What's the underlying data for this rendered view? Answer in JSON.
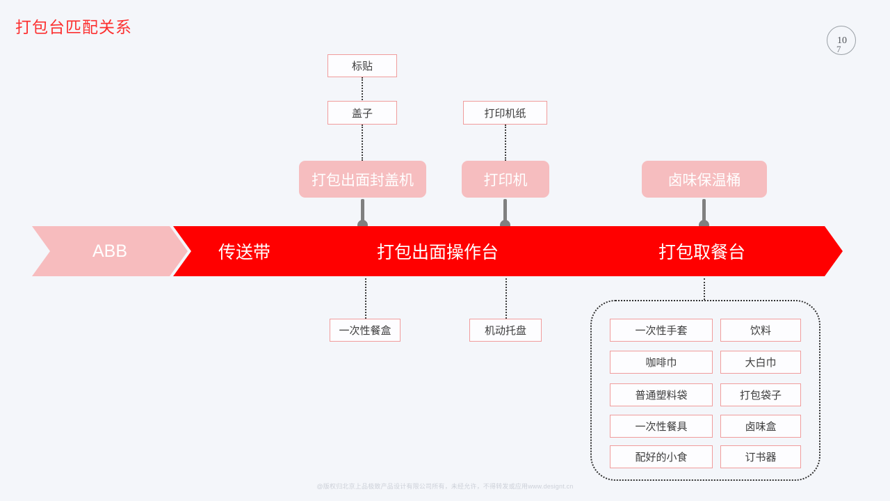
{
  "page": {
    "title": "打包台匹配关系",
    "badge_number": "10",
    "badge_sub": "7",
    "footer": "@版权归北京上品极致产品设计有限公司所有，未经允许，不得转发或应用www.designt.cn",
    "background_color": "#f4f6fa",
    "accent_red": "#ff0000",
    "accent_pink": "#f6bdbf",
    "border_pink": "#f09c9c",
    "connector_gray": "#808080"
  },
  "diagram": {
    "type": "flow-diagram",
    "supply_boxes": [
      {
        "label": "标贴"
      },
      {
        "label": "盖子"
      },
      {
        "label": "打印机纸"
      }
    ],
    "equipment_boxes": [
      {
        "label": "打包出面封盖机"
      },
      {
        "label": "打印机"
      },
      {
        "label": "卤味保温桶"
      }
    ],
    "stations": [
      {
        "label": "ABB",
        "style": "pink"
      },
      {
        "label": "传送带",
        "style": "red"
      },
      {
        "label": "打包出面操作台",
        "style": "red"
      },
      {
        "label": "打包取餐台",
        "style": "red"
      }
    ],
    "consumable_boxes": [
      {
        "label": "一次性餐盒"
      },
      {
        "label": "机动托盘"
      }
    ],
    "group_items": [
      {
        "label": "一次性手套"
      },
      {
        "label": "饮料"
      },
      {
        "label": "咖啡巾"
      },
      {
        "label": "大白巾"
      },
      {
        "label": "普通塑料袋"
      },
      {
        "label": "打包袋子"
      },
      {
        "label": "一次性餐具"
      },
      {
        "label": "卤味盒"
      },
      {
        "label": "配好的小食"
      },
      {
        "label": "订书器"
      }
    ]
  }
}
